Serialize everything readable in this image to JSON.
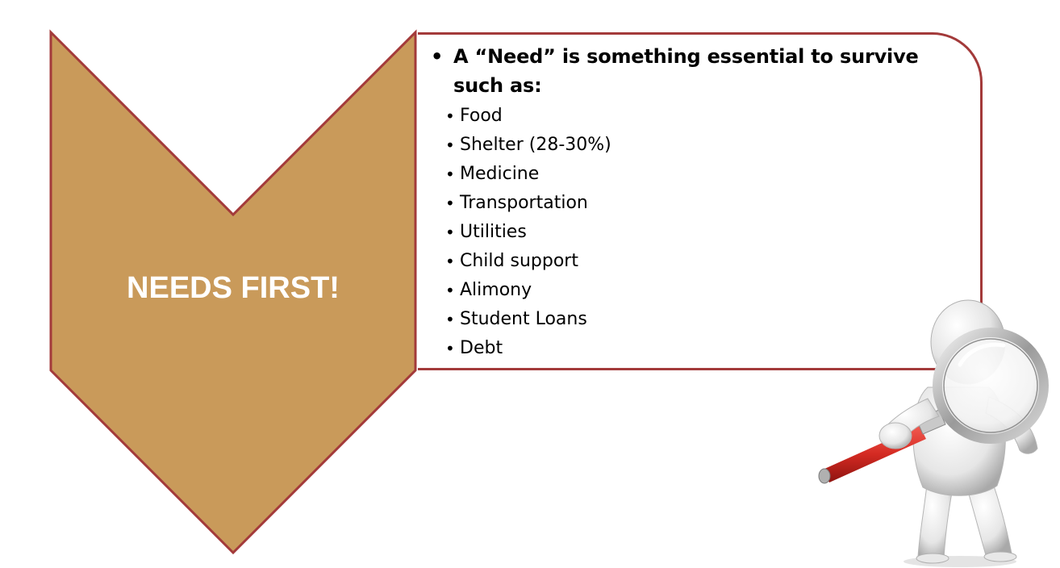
{
  "chevron": {
    "label": "NEEDS FIRST!",
    "fill_color": "#c99a5a",
    "border_color": "#a33a3a"
  },
  "content": {
    "bullet_glyph": "•",
    "intro": "A “Need” is something essential to survive such as:",
    "items": [
      {
        "label": "Food"
      },
      {
        "label": "Shelter (28-30%)"
      },
      {
        "label": "Medicine"
      },
      {
        "label": "Transportation"
      },
      {
        "label": "Utilities"
      },
      {
        "label": "Child support"
      },
      {
        "label": "Alimony"
      },
      {
        "label": "Student Loans"
      },
      {
        "label": "Debt"
      }
    ]
  },
  "illustration": {
    "icon": "magnifying-glass-figure-icon",
    "handle_color": "#d42a22"
  }
}
